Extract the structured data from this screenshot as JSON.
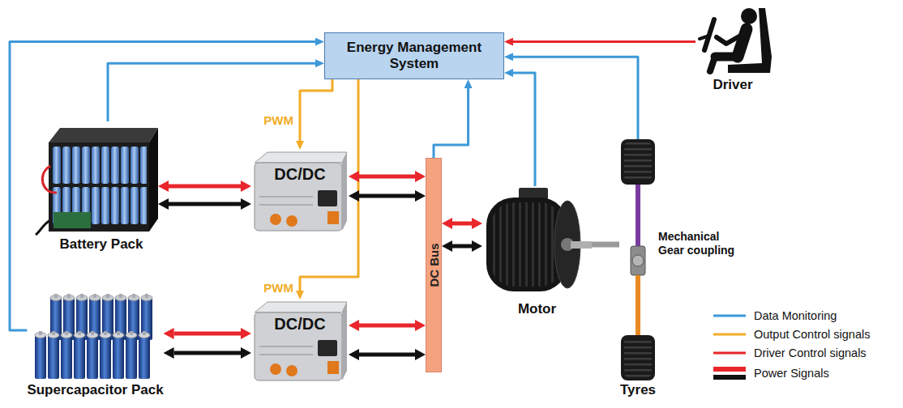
{
  "diagram": {
    "nodes": [
      {
        "text": [
          "Energy Management System"
        ]
      },
      {
        "text": [
          "Driver"
        ]
      },
      {
        "text": [
          "Battery Pack"
        ]
      },
      {
        "text": [
          "DC/DC"
        ]
      },
      {
        "text": [
          "DC Bus"
        ]
      },
      {
        "text": [
          "Motor"
        ]
      },
      {
        "text": [
          "Supercapacitor Pack"
        ]
      },
      {
        "text": [
          "DC/DC"
        ]
      },
      {
        "text": [
          "Tyres"
        ]
      }
    ],
    "edges": [
      {
        "from": 2,
        "to": 0,
        "arrow": "to"
      },
      {
        "from": 6,
        "to": 0,
        "arrow": "to"
      },
      {
        "from": 4,
        "to": 0,
        "arrow": "to"
      },
      {
        "from": 5,
        "to": 0,
        "arrow": "to"
      },
      {
        "from": 8,
        "to": 0,
        "arrow": "to"
      },
      {
        "from": 1,
        "to": 0,
        "arrow": "to"
      },
      {
        "from": 0,
        "to": 3,
        "label": "PWM",
        "arrow": "to"
      },
      {
        "from": 0,
        "to": 7,
        "label": "PWM",
        "arrow": "to"
      },
      {
        "from": 2,
        "to": 3,
        "arrow": "both"
      },
      {
        "from": 2,
        "to": 3,
        "arrow": "both"
      },
      {
        "from": 3,
        "to": 4,
        "arrow": "both"
      },
      {
        "from": 3,
        "to": 4,
        "arrow": "both"
      },
      {
        "from": 6,
        "to": 7,
        "arrow": "both"
      },
      {
        "from": 6,
        "to": 7,
        "arrow": "both"
      },
      {
        "from": 7,
        "to": 4,
        "arrow": "both"
      },
      {
        "from": 7,
        "to": 4,
        "arrow": "both"
      },
      {
        "from": 4,
        "to": 5,
        "arrow": "both"
      },
      {
        "from": 4,
        "to": 5,
        "arrow": "both"
      },
      {
        "from": 5,
        "to": 8,
        "arrow": "none"
      }
    ],
    "labels": [
      "Mechanical Gear coupling"
    ],
    "legend": [
      {
        "text": "Data Monitoring",
        "color": "#3d99d8"
      },
      {
        "text": "Output Control signals",
        "color": "#f2ac27"
      },
      {
        "text": "Driver Control signals",
        "color": "#e8262b"
      },
      {
        "text": "Power Signals"
      }
    ]
  }
}
